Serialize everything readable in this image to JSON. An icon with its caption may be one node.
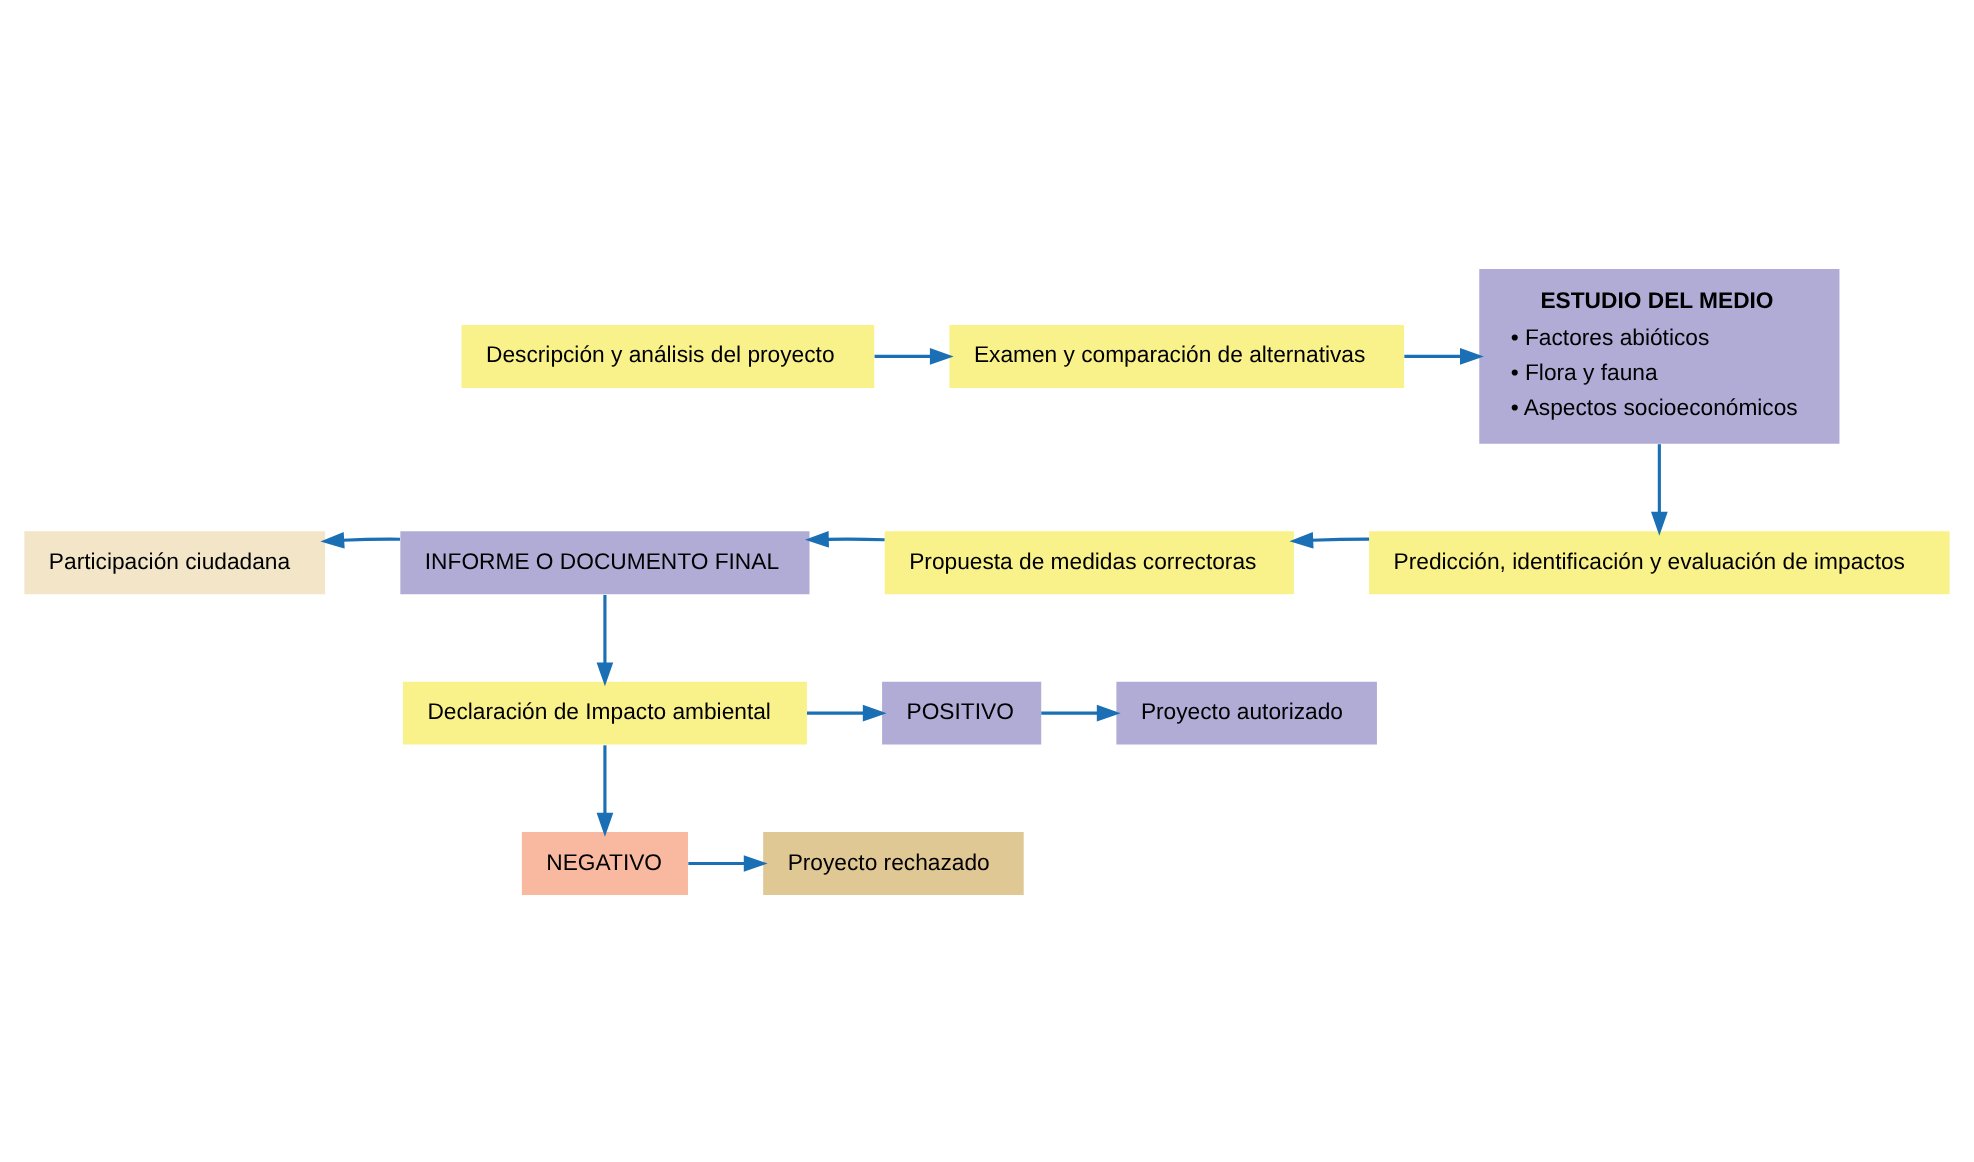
{
  "diagram": {
    "nodes": [
      {
        "text": [
          "Descripción y análisis del proyecto"
        ]
      },
      {
        "text": [
          "Examen y comparación de alternativas"
        ]
      },
      {
        "text": [
          "ESTUDIO DEL MEDIO",
          "• Factores abióticos",
          "• Flora y fauna",
          "• Aspectos socioeconómicos"
        ]
      },
      {
        "text": [
          "Participación ciudadana"
        ]
      },
      {
        "text": [
          "INFORME O DOCUMENTO FINAL"
        ]
      },
      {
        "text": [
          "Propuesta de medidas correctoras"
        ]
      },
      {
        "text": [
          "Predicción, identificación y evaluación de impactos"
        ]
      },
      {
        "text": [
          "POSITIVO"
        ]
      },
      {
        "text": [
          "Proyecto autorizado"
        ]
      },
      {
        "text": [
          "Declaración de Impacto ambiental"
        ]
      },
      {
        "text": [
          "NEGATIVO"
        ]
      },
      {
        "text": [
          "Proyecto rechazado"
        ]
      }
    ],
    "edges": [
      {
        "from": 0,
        "to": 1,
        "arrow": "to"
      },
      {
        "from": 1,
        "to": 2,
        "arrow": "to"
      },
      {
        "from": 2,
        "to": 6,
        "arrow": "to"
      },
      {
        "from": 6,
        "to": 5,
        "arrow": "to"
      },
      {
        "from": 5,
        "to": 4,
        "arrow": "to"
      },
      {
        "from": 4,
        "to": 3,
        "arrow": "to"
      },
      {
        "from": 4,
        "to": 9,
        "arrow": "to"
      },
      {
        "from": 9,
        "to": 7,
        "arrow": "to"
      },
      {
        "from": 9,
        "to": 10,
        "arrow": "to"
      },
      {
        "from": 7,
        "to": 8,
        "arrow": "to"
      },
      {
        "from": 10,
        "to": 11,
        "arrow": "to"
      }
    ]
  }
}
